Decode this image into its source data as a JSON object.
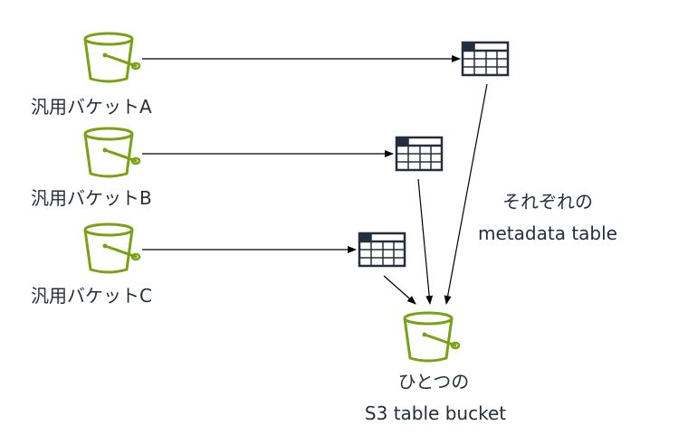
{
  "buckets": [
    {
      "name": "汎用バケットA"
    },
    {
      "name": "汎用バケットB"
    },
    {
      "name": "汎用バケットC"
    }
  ],
  "metadata_label": {
    "line1": "それぞれの",
    "line2": "metadata table"
  },
  "target": {
    "line1": "ひとつの",
    "line2": "S3 table bucket"
  },
  "colors": {
    "bucket": "#7aa116",
    "table_icon": "#232f3e",
    "arrow": "#000000",
    "text": "#232f3e"
  },
  "icons": {
    "bucket": "s3-bucket-icon",
    "table": "table-icon"
  }
}
